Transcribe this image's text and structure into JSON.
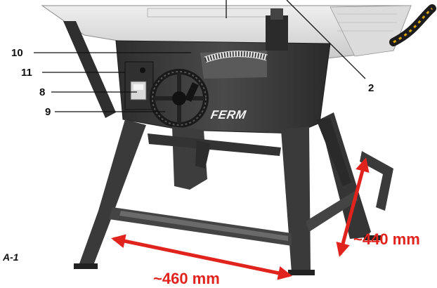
{
  "figure_label": "A-1",
  "brand_text": "FERM",
  "callouts": {
    "c10": "10",
    "c11": "11",
    "c8": "8",
    "c9": "9",
    "c2": "2"
  },
  "dimensions": {
    "depth": "~440 mm",
    "width": "~460 mm"
  },
  "colors": {
    "arrow": "#e0231c",
    "machine": "#3a3a3a",
    "table": "#d9d9d9"
  }
}
